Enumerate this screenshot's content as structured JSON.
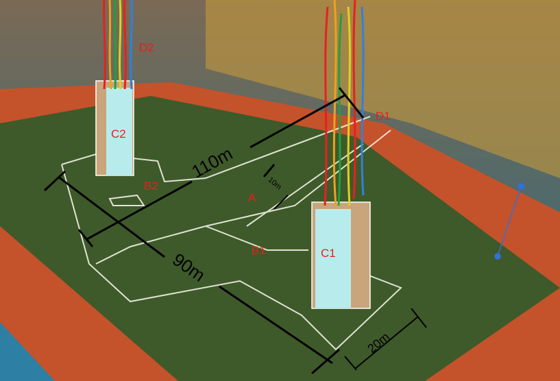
{
  "labels": {
    "D2": "D2",
    "D1": "D1",
    "C2": "C2",
    "C1": "C1",
    "B2": "B2",
    "B1": "B1",
    "A": "A"
  },
  "dimensions": {
    "length": "110m",
    "width": "90m",
    "corridor": "10m",
    "block": "20m"
  },
  "colors": {
    "label": "#e8201c",
    "dimension": "#000000",
    "outline": "#f2f2e6",
    "field": "#3f5a2a",
    "track": "#c4522a"
  }
}
